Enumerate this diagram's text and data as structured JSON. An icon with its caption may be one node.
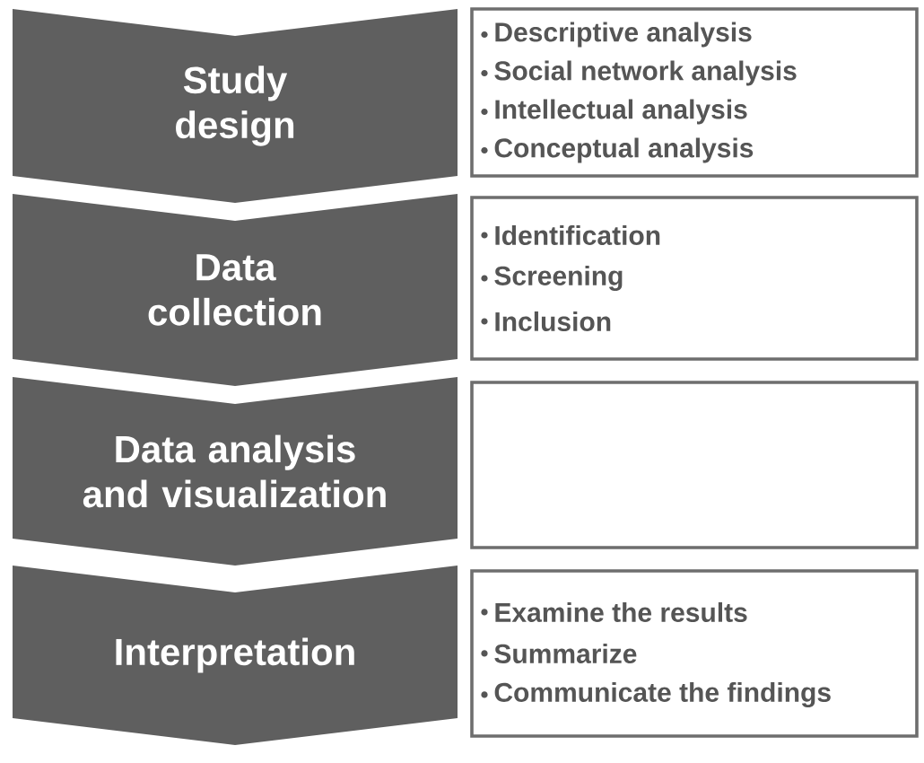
{
  "diagram": {
    "nodes": [
      {
        "text": [
          "Study design"
        ]
      },
      {
        "text": [
          "Descriptive analysis",
          "Social network analysis",
          "Intellectual analysis",
          "Conceptual analysis"
        ]
      },
      {
        "text": [
          "Data collection"
        ]
      },
      {
        "text": [
          "Identification",
          "Screening",
          "Inclusion"
        ]
      },
      {
        "text": [
          "Data analysis and visualization"
        ]
      },
      {
        "text": [],
        "shape": "box"
      },
      {
        "text": [
          "Interpretation"
        ]
      },
      {
        "text": [
          "Examine the results",
          "Summarize",
          "Communicate the findings"
        ]
      }
    ]
  }
}
